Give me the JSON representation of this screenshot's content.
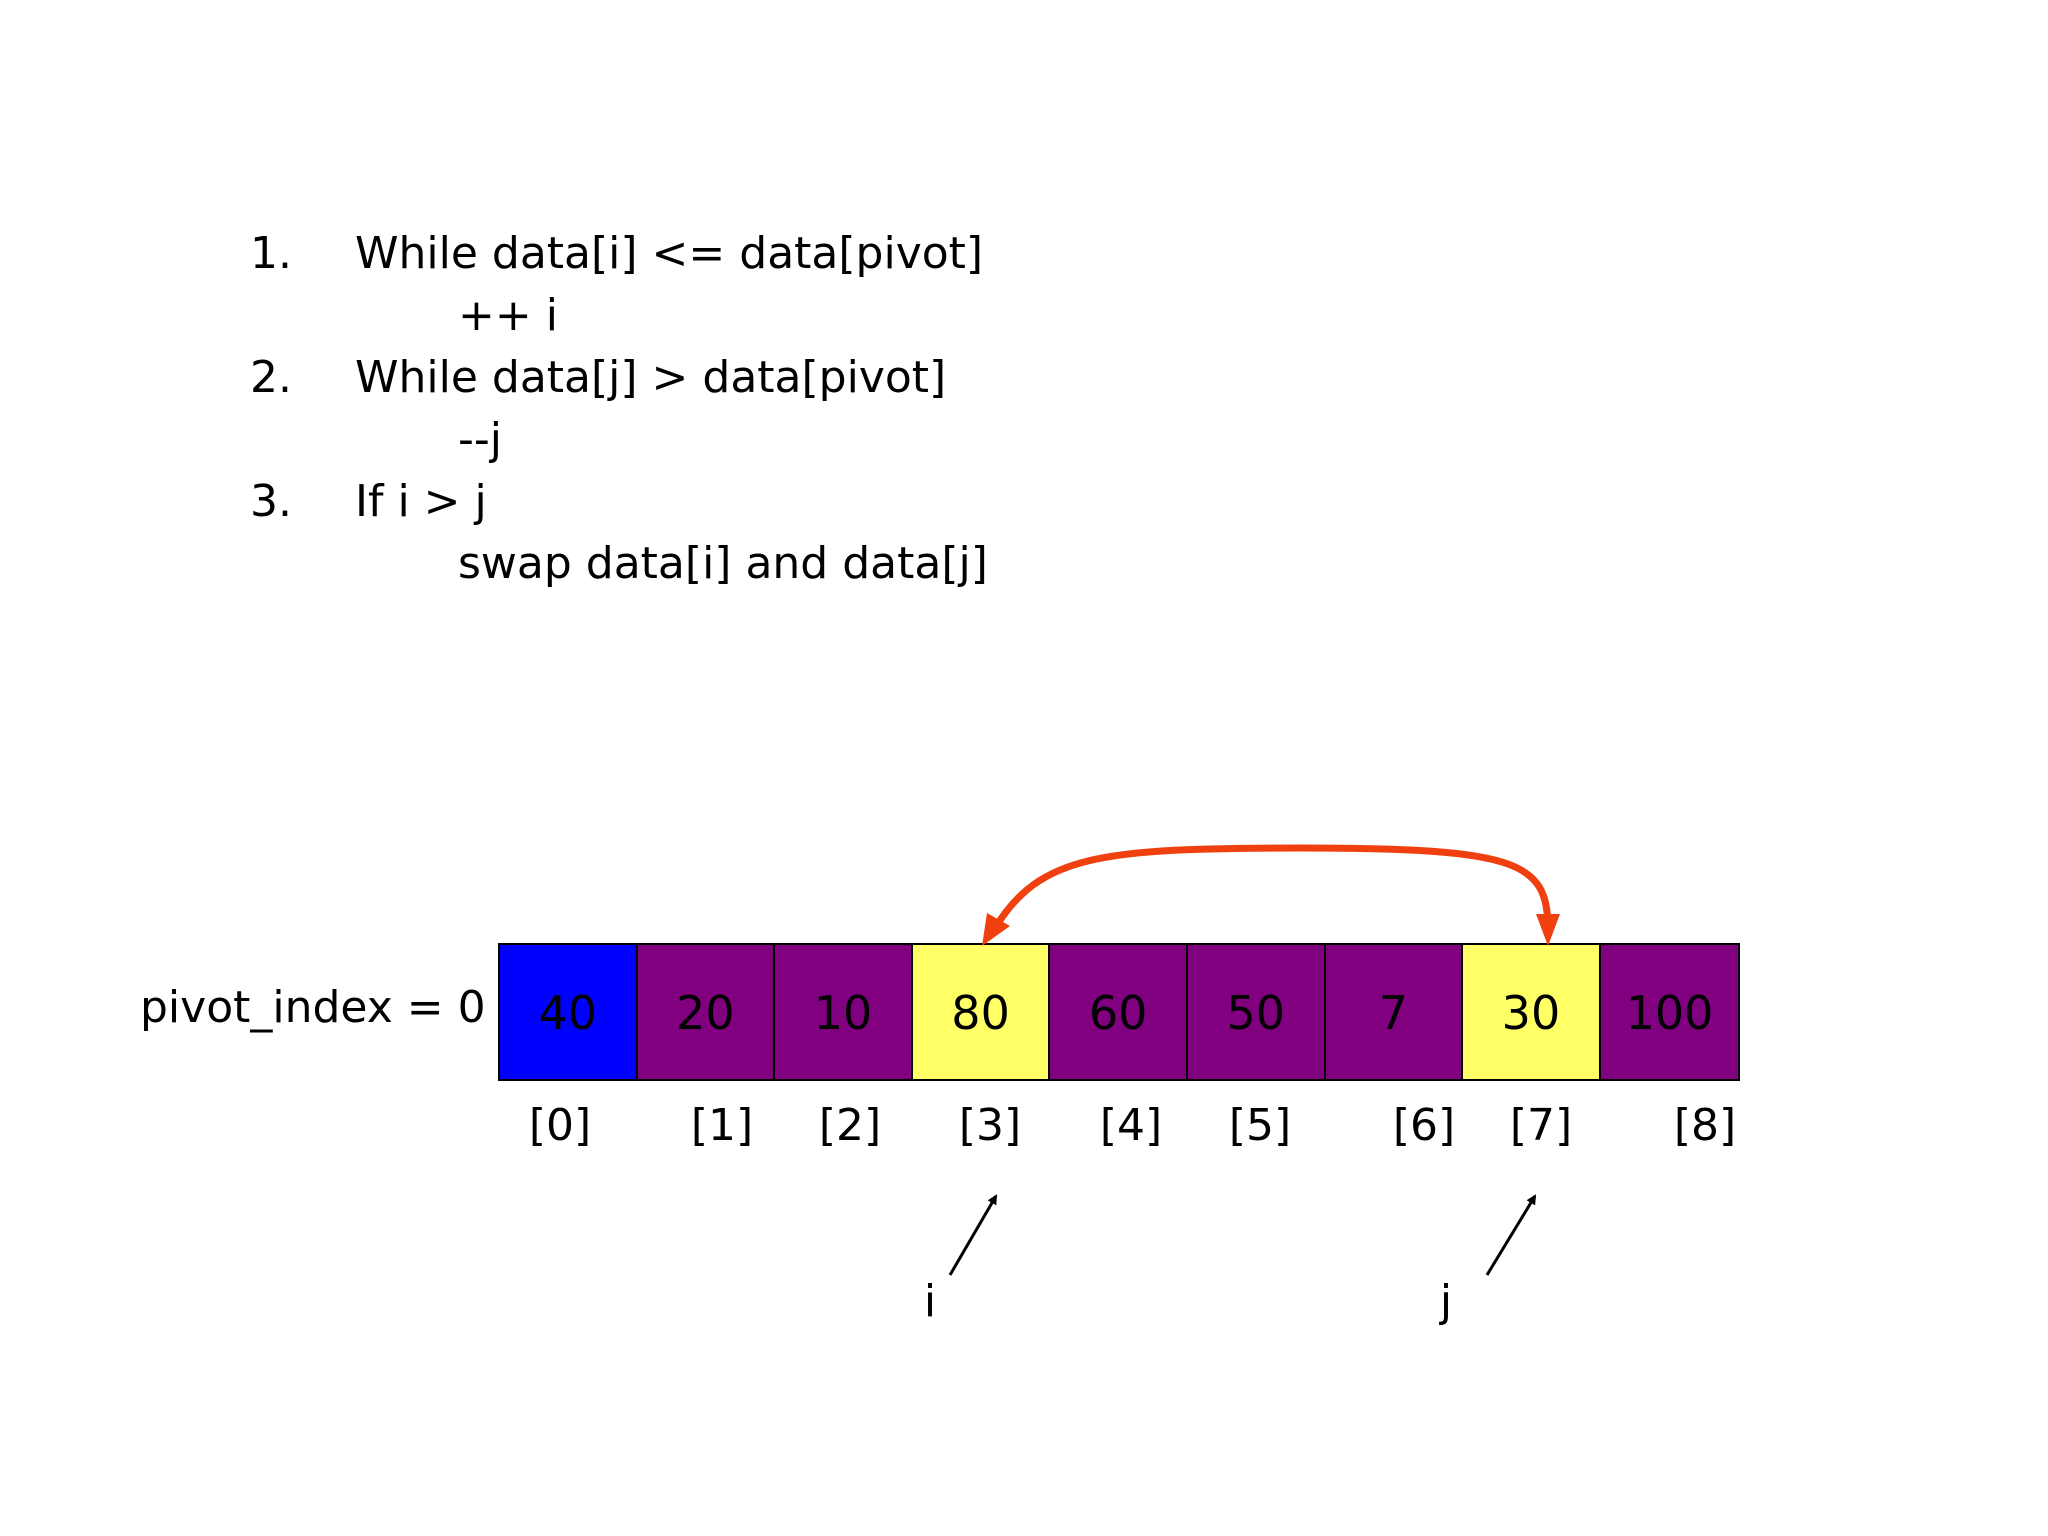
{
  "steps": [
    {
      "num": "1.",
      "text": "While data[i] <= data[pivot]",
      "sub": "++ i"
    },
    {
      "num": "2.",
      "text": "While data[j] > data[pivot]",
      "sub": "--j"
    },
    {
      "num": "3.",
      "text": "If i > j",
      "sub": "swap data[i] and data[j]"
    }
  ],
  "pivot_label": "pivot_index = 0",
  "array": {
    "values": [
      "40",
      "20",
      "10",
      "80",
      "60",
      "50",
      "7",
      "30",
      "100"
    ],
    "indices": [
      "[0]",
      "[1]",
      "[2]",
      "[3]",
      "[4]",
      "[5]",
      "[6]",
      "[7]",
      "[8]"
    ],
    "states": [
      "pivot",
      "normal",
      "normal",
      "pointer",
      "normal",
      "normal",
      "normal",
      "pointer",
      "normal"
    ]
  },
  "pointers": {
    "i": {
      "label": "i",
      "index": 3
    },
    "j": {
      "label": "j",
      "index": 7
    }
  },
  "colors": {
    "pivot": "#0000ff",
    "normal": "#800080",
    "pointer": "#ffff66",
    "swap_arrow": "#f0400f",
    "pointer_arrow": "#000000"
  }
}
